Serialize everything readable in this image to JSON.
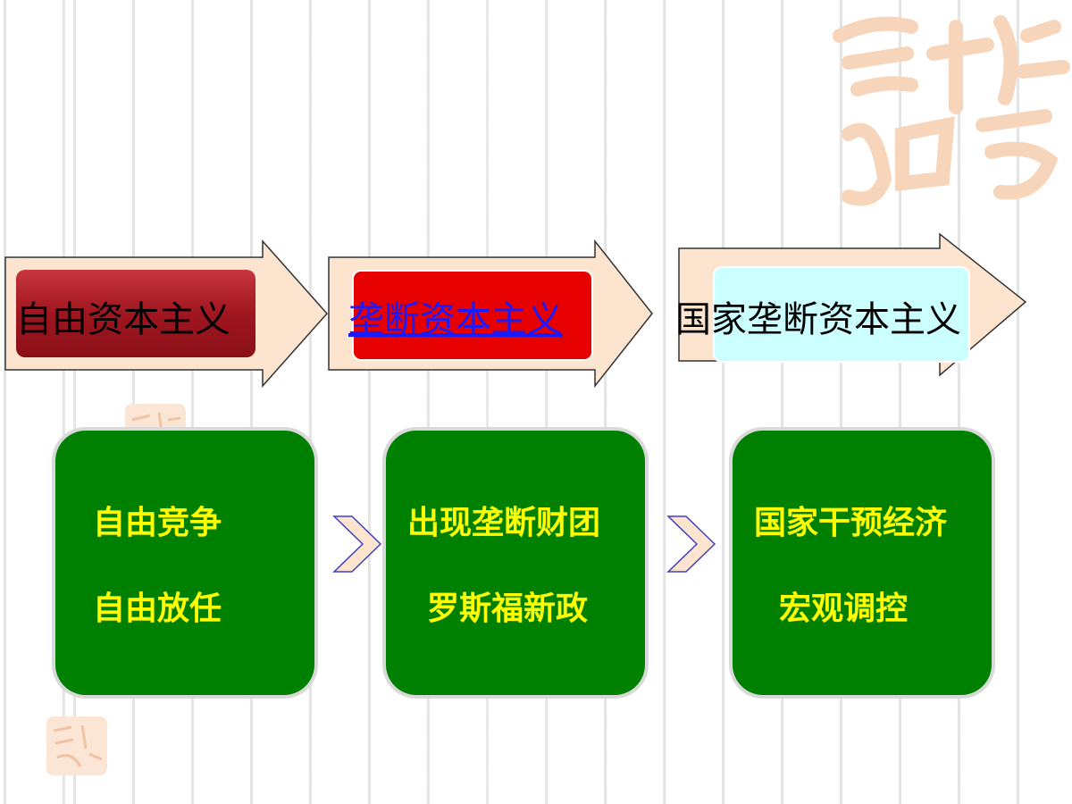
{
  "stages": [
    {
      "label": "自由资本主义",
      "text_color": "#000000",
      "box_color": "#a0161f"
    },
    {
      "label": "垄断资本主义",
      "text_color": "#1a1aff",
      "box_color": "#e60000"
    },
    {
      "label": "国家垄断资本主义",
      "text_color": "#000000",
      "box_color": "#ccffff"
    }
  ],
  "panels": [
    {
      "lines": [
        "自由竞争",
        "自由放任"
      ]
    },
    {
      "lines": [
        "出现垄断财团",
        "罗斯福新政"
      ]
    },
    {
      "lines": [
        "国家干预经济",
        "宏观调控"
      ]
    }
  ],
  "colors": {
    "arrow_fill": "#fde4cf",
    "panel_fill": "#008000",
    "panel_text": "#ffff00"
  }
}
